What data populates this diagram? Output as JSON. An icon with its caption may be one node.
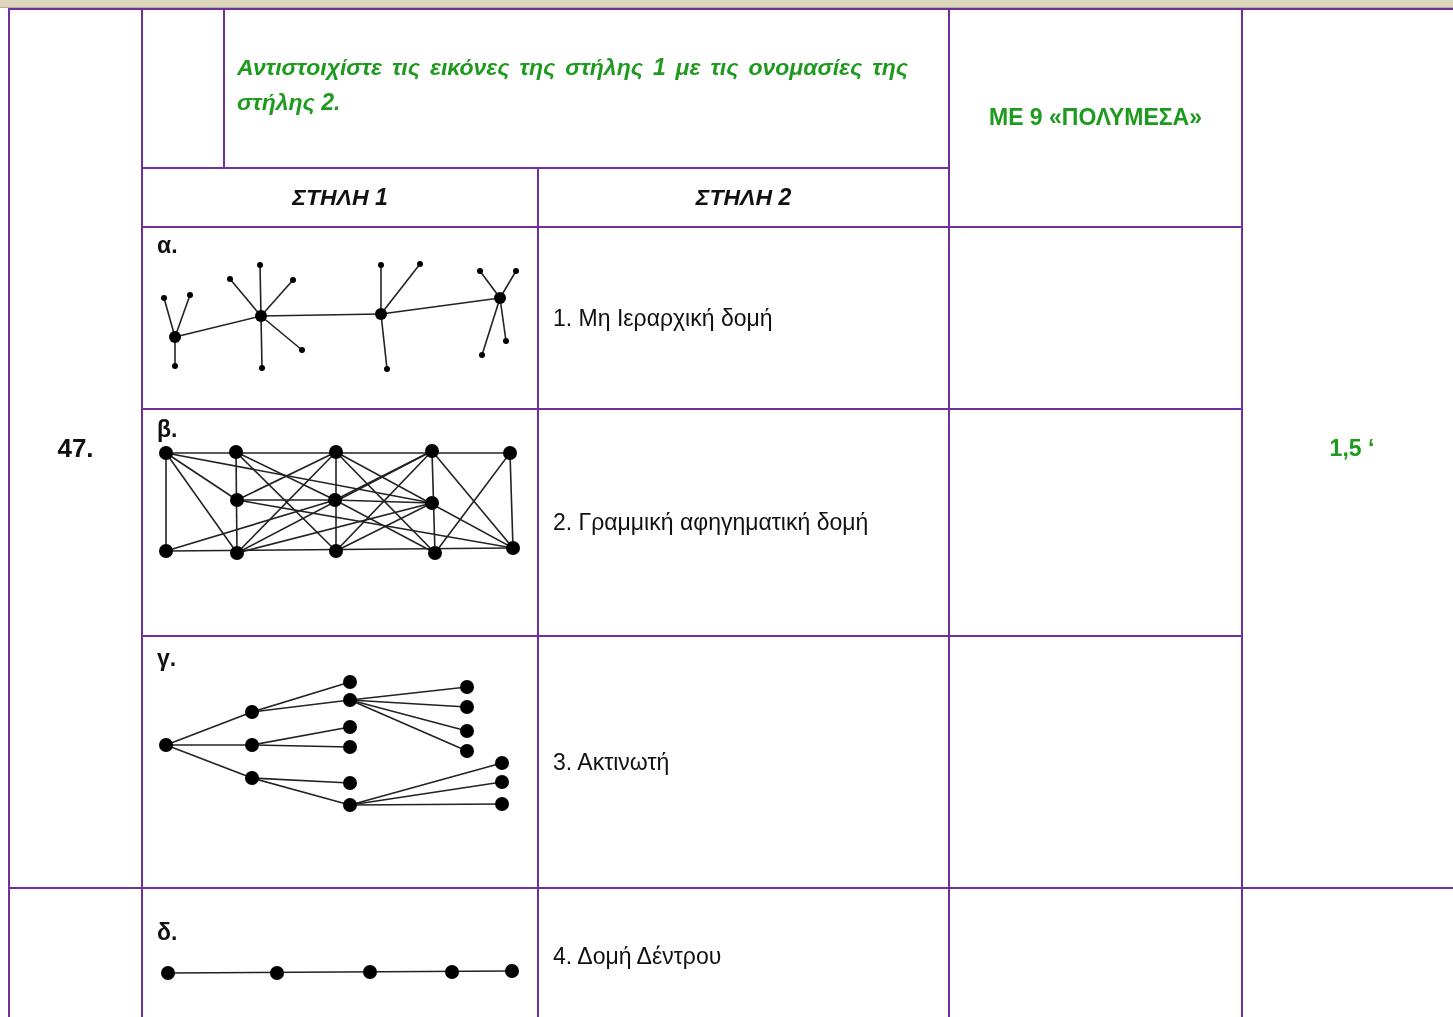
{
  "diagram": {
    "labels": [
      "Αντιστοιχίστε τις εικόνες της στήλης 1 με τις ονομασίες της στήλης 2.",
      "ΜΕ 9 «ΠΟΛΥΜΕΣΑ»",
      "ΣΤΗΛΗ 1",
      "ΣΤΗΛΗ 2",
      "α.",
      "1. Μη Ιεραρχική δομή",
      "47.",
      "1,5 ‘",
      "β.",
      "2. Γραμμική αφηγηματική δομή",
      "γ.",
      "3.  Ακτινωτή",
      "δ.",
      "4. Δομή Δέντρου"
    ]
  }
}
